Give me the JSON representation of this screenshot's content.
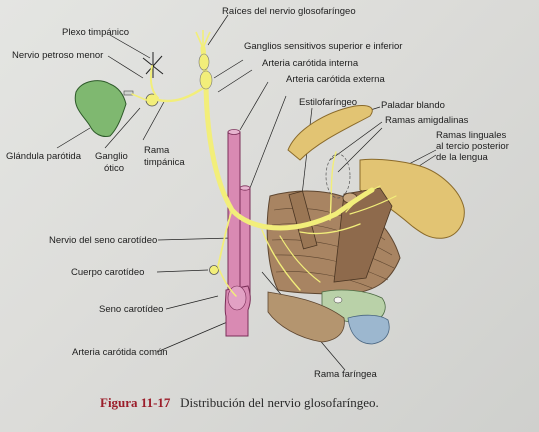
{
  "labels": {
    "plexo_timpanico": "Plexo timpánico",
    "raices": "Raíces del nervio glosofaríngeo",
    "nervio_petroso": "Nervio petroso menor",
    "ganglios_sensitivos": "Ganglios sensitivos superior e inferior",
    "arteria_carotida_interna": "Arteria carótida interna",
    "arteria_carotida_externa": "Arteria carótida externa",
    "estilofaringeo": "Estilofaríngeo",
    "paladar_blando": "Paladar blando",
    "ramas_amigdalinas": "Ramas amigdalinas",
    "ramas_linguales_1": "Ramas linguales",
    "ramas_linguales_2": "al tercio posterior",
    "ramas_linguales_3": "de la lengua",
    "glandula_parotida": "Glándula parótida",
    "ganglio_otico_1": "Ganglio",
    "ganglio_otico_2": "ótico",
    "rama_timpanica_1": "Rama",
    "rama_timpanica_2": "timpánica",
    "nervio_seno": "Nervio del seno carotídeo",
    "cuerpo_carotideo": "Cuerpo carotídeo",
    "seno_carotideo": "Seno carotídeo",
    "arteria_carotida_comun": "Arteria carótida común",
    "rama_faringea": "Rama faríngea"
  },
  "caption": {
    "figure": "Figura 11-17",
    "text": "Distribución del nervio glosofaríngeo."
  },
  "colors": {
    "nerve": "#f2ee7a",
    "artery": "#d98ab3",
    "parotid": "#7fb870",
    "muscle": "#a88462",
    "tongue": "#e2c473",
    "caption_red": "#9b1d2a"
  }
}
